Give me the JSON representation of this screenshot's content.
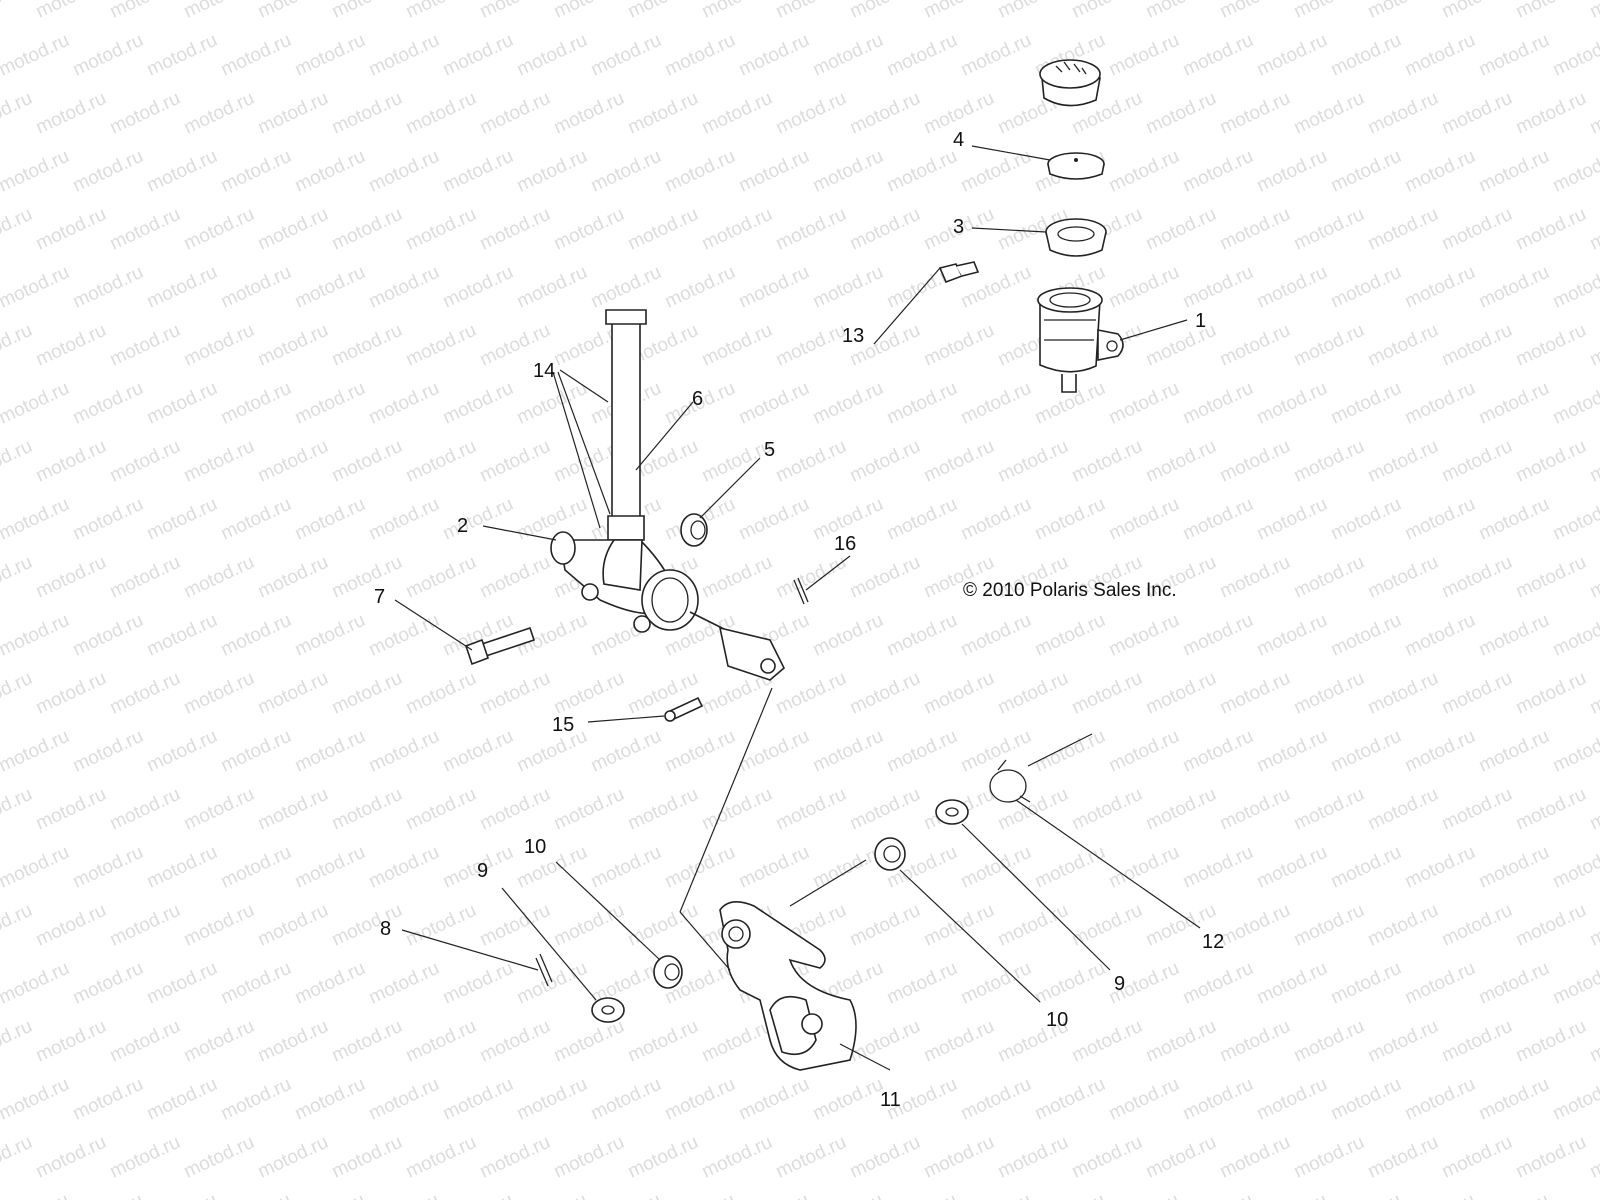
{
  "watermark_text": "motod.ru",
  "copyright": "© 2010 Polaris Sales Inc.",
  "callouts": [
    "1",
    "2",
    "3",
    "4",
    "5",
    "6",
    "7",
    "8",
    "9",
    "10",
    "11",
    "12",
    "13",
    "14",
    "15",
    "16",
    "9",
    "10"
  ]
}
